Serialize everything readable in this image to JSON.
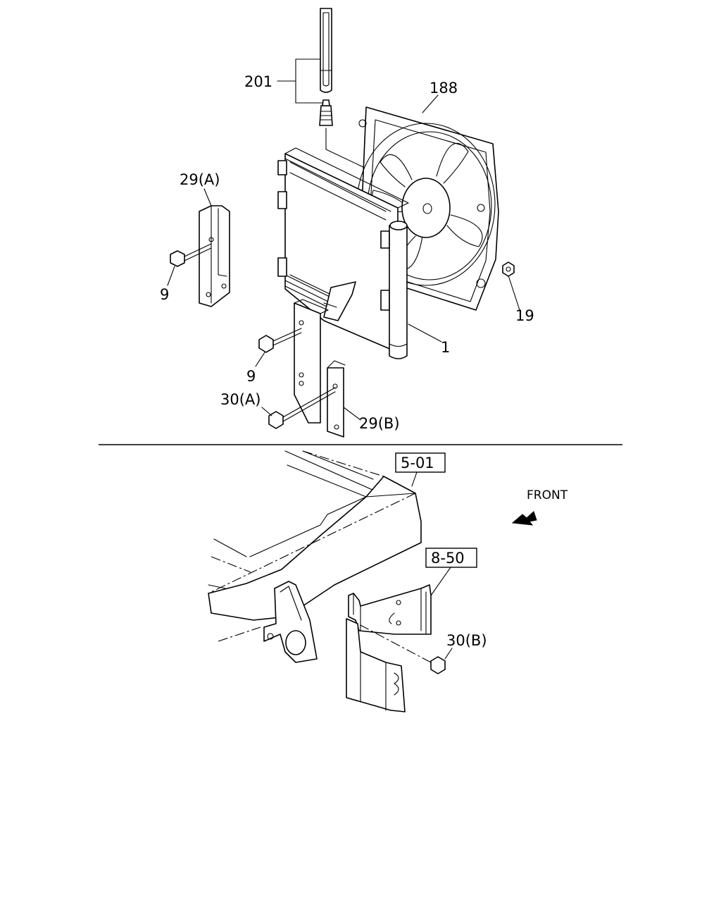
{
  "labels": {
    "p201": "201",
    "p188": "188",
    "p29a": "29(A)",
    "p9a": "9",
    "p9b": "9",
    "p19": "19",
    "p1": "1",
    "p30a": "30(A)",
    "p29b": "29(B)",
    "p30b": "30(B)"
  },
  "refs": {
    "r501": "5-01",
    "r850": "8-50"
  },
  "front_label": "FRONT"
}
